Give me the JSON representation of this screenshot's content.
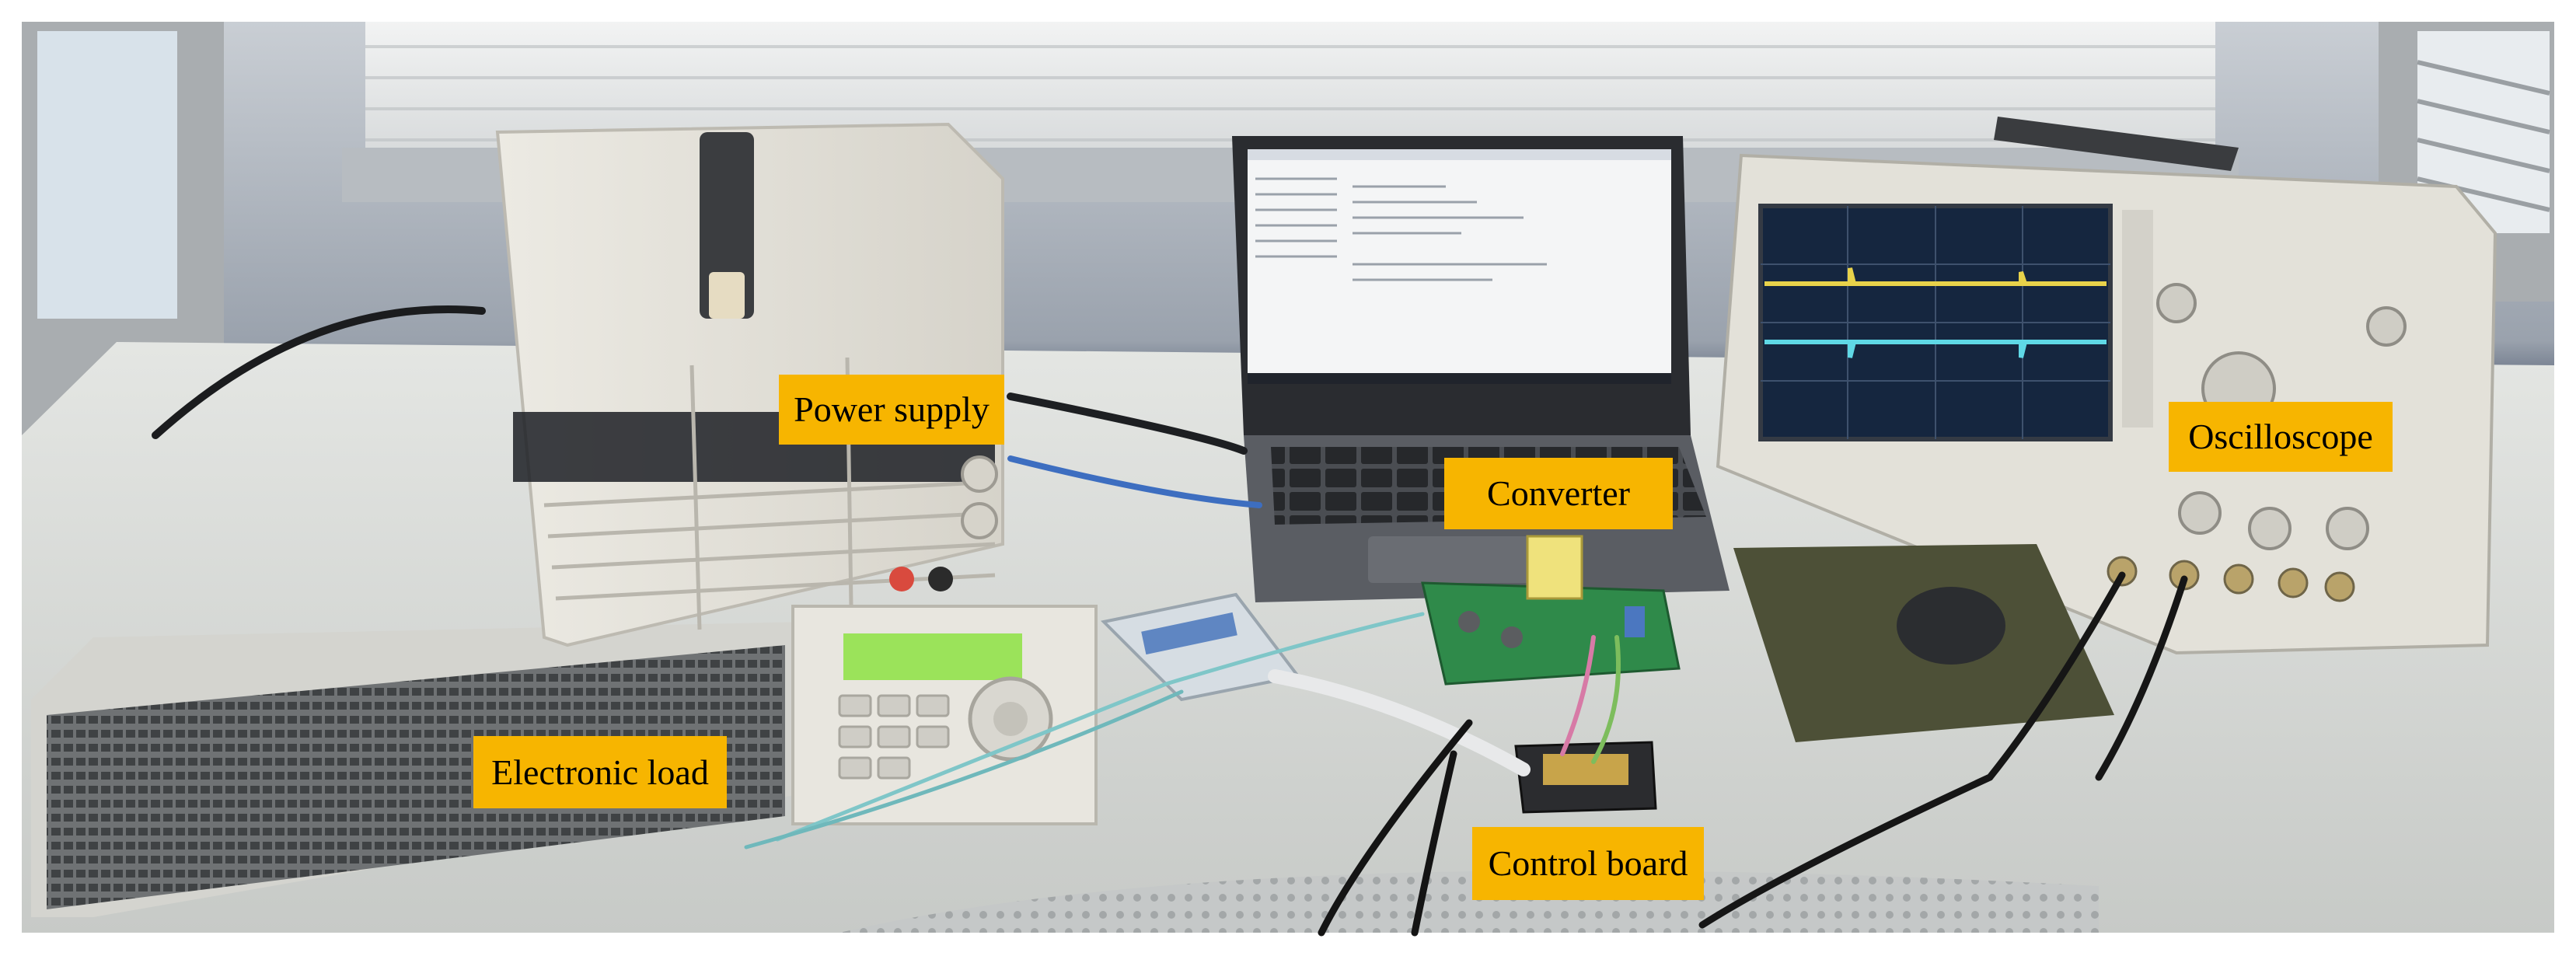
{
  "photo": {
    "colors": {
      "label_background": "#f7b500",
      "desk": "#d9dbd8",
      "wall": "#2e3a55",
      "window_frame": "#a9adb0",
      "instrument_body": "#e6e4dc",
      "oscilloscope_trace_1": "#e8d24a",
      "oscilloscope_trace_2": "#5fd8e6",
      "display_green": "#9be35a"
    }
  },
  "labels": {
    "power_supply": "Power supply",
    "converter": "Converter",
    "oscilloscope": "Oscilloscope",
    "electronic_load": "Electronic load",
    "control_board": "Control board"
  }
}
